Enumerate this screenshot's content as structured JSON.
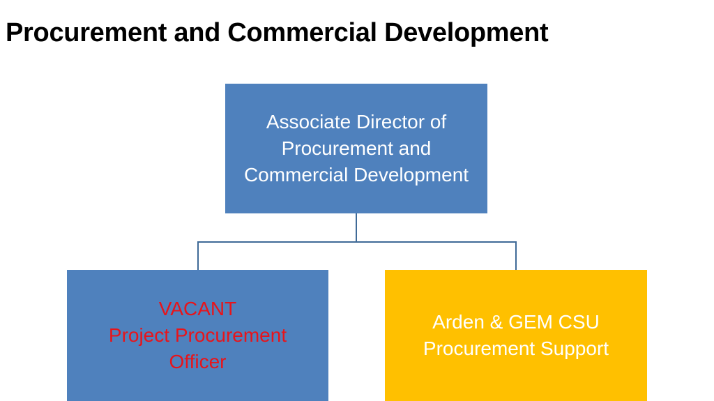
{
  "title": "Procurement and Commercial Development",
  "colors": {
    "blue_box": "#4f81bd",
    "yellow_box": "#ffc000",
    "connector": "#3f6a97",
    "white_text": "#ffffff",
    "vacant_text": "#e8141a"
  },
  "org_chart": {
    "top": {
      "lines": [
        "Associate Director of",
        "Procurement and",
        "Commercial Development"
      ]
    },
    "left": {
      "lines": [
        "VACANT",
        "Project Procurement",
        "Officer"
      ]
    },
    "right": {
      "lines": [
        "Arden & GEM CSU",
        "Procurement Support"
      ]
    }
  }
}
